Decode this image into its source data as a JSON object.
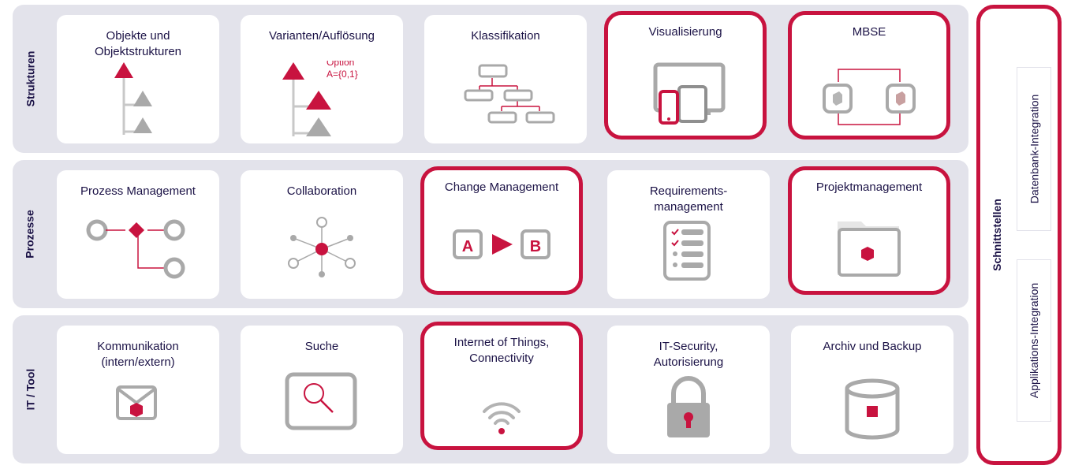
{
  "colors": {
    "accent": "#c8133f",
    "text": "#1b1246",
    "band": "#e3e3eb",
    "icon_gray": "#a9a9a9"
  },
  "bands": [
    {
      "label": "Strukturen"
    },
    {
      "label": "Prozesse"
    },
    {
      "label": "IT / Tool"
    }
  ],
  "tiles": {
    "objekte": {
      "title": "Objekte und\nObjektstrukturen",
      "icon": "tree-icon",
      "highlighted": false
    },
    "varianten": {
      "title": "Varianten/Auflösung",
      "icon": "variant-tree-icon",
      "highlighted": false,
      "annotation_line1": "Option",
      "annotation_line2": "A={0,1}"
    },
    "klassifikation": {
      "title": "Klassifikation",
      "icon": "hierarchy-icon",
      "highlighted": false
    },
    "visualisierung": {
      "title": "Visualisierung",
      "icon": "devices-icon",
      "highlighted": true
    },
    "mbse": {
      "title": "MBSE",
      "icon": "model-sync-icon",
      "highlighted": true
    },
    "prozess": {
      "title": "Prozess Management",
      "icon": "process-flow-icon",
      "highlighted": false
    },
    "collaboration": {
      "title": "Collaboration",
      "icon": "network-icon",
      "highlighted": false
    },
    "change": {
      "title": "Change Management",
      "icon": "a-to-b-icon",
      "highlighted": true,
      "box_a": "A",
      "box_b": "B"
    },
    "requirements": {
      "title": "Requirements-\nmanagement",
      "icon": "checklist-icon",
      "highlighted": false
    },
    "projekt": {
      "title": "Projektmanagement",
      "icon": "folder-icon",
      "highlighted": true
    },
    "kommunikation": {
      "title": "Kommunikation\n(intern/extern)",
      "icon": "mail-icon",
      "highlighted": false
    },
    "suche": {
      "title": "Suche",
      "icon": "magnifier-icon",
      "highlighted": false
    },
    "iot": {
      "title": "Internet of Things,\nConnectivity",
      "icon": "wifi-icon",
      "highlighted": true
    },
    "security": {
      "title": "IT-Security,\nAutorisierung",
      "icon": "lock-icon",
      "highlighted": false
    },
    "archiv": {
      "title": "Archiv und Backup",
      "icon": "database-icon",
      "highlighted": false
    }
  },
  "schnittstellen": {
    "title": "Schnittstellen",
    "items": [
      "Datenbank-Integration",
      "Applikations-Integration"
    ]
  }
}
